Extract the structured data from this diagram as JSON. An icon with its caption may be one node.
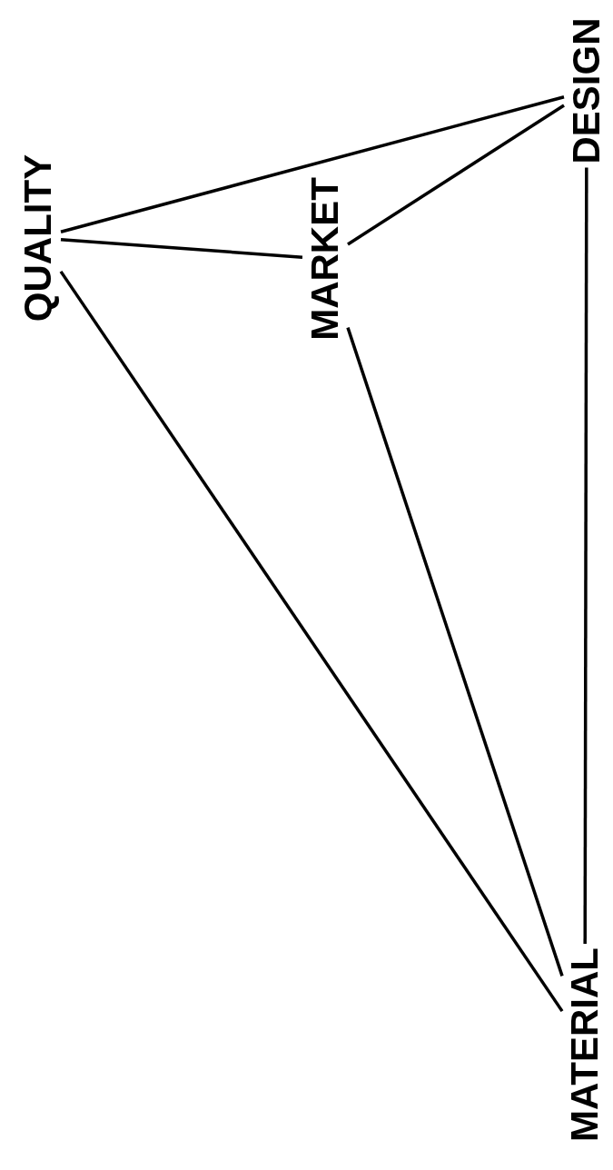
{
  "diagram": {
    "nodes": [
      {
        "text": [
          "QUALITY"
        ]
      },
      {
        "text": [
          "MARKET"
        ]
      },
      {
        "text": [
          "DESIGN"
        ]
      },
      {
        "text": [
          "MATERIAL"
        ]
      }
    ],
    "edges": [
      {
        "from": 0,
        "to": 2,
        "arrow": "none"
      },
      {
        "from": 0,
        "to": 1,
        "arrow": "none"
      },
      {
        "from": 0,
        "to": 3,
        "arrow": "none"
      },
      {
        "from": 1,
        "to": 2,
        "arrow": "none"
      },
      {
        "from": 1,
        "to": 3,
        "arrow": "none"
      },
      {
        "from": 3,
        "to": 2,
        "arrow": "none"
      }
    ]
  }
}
